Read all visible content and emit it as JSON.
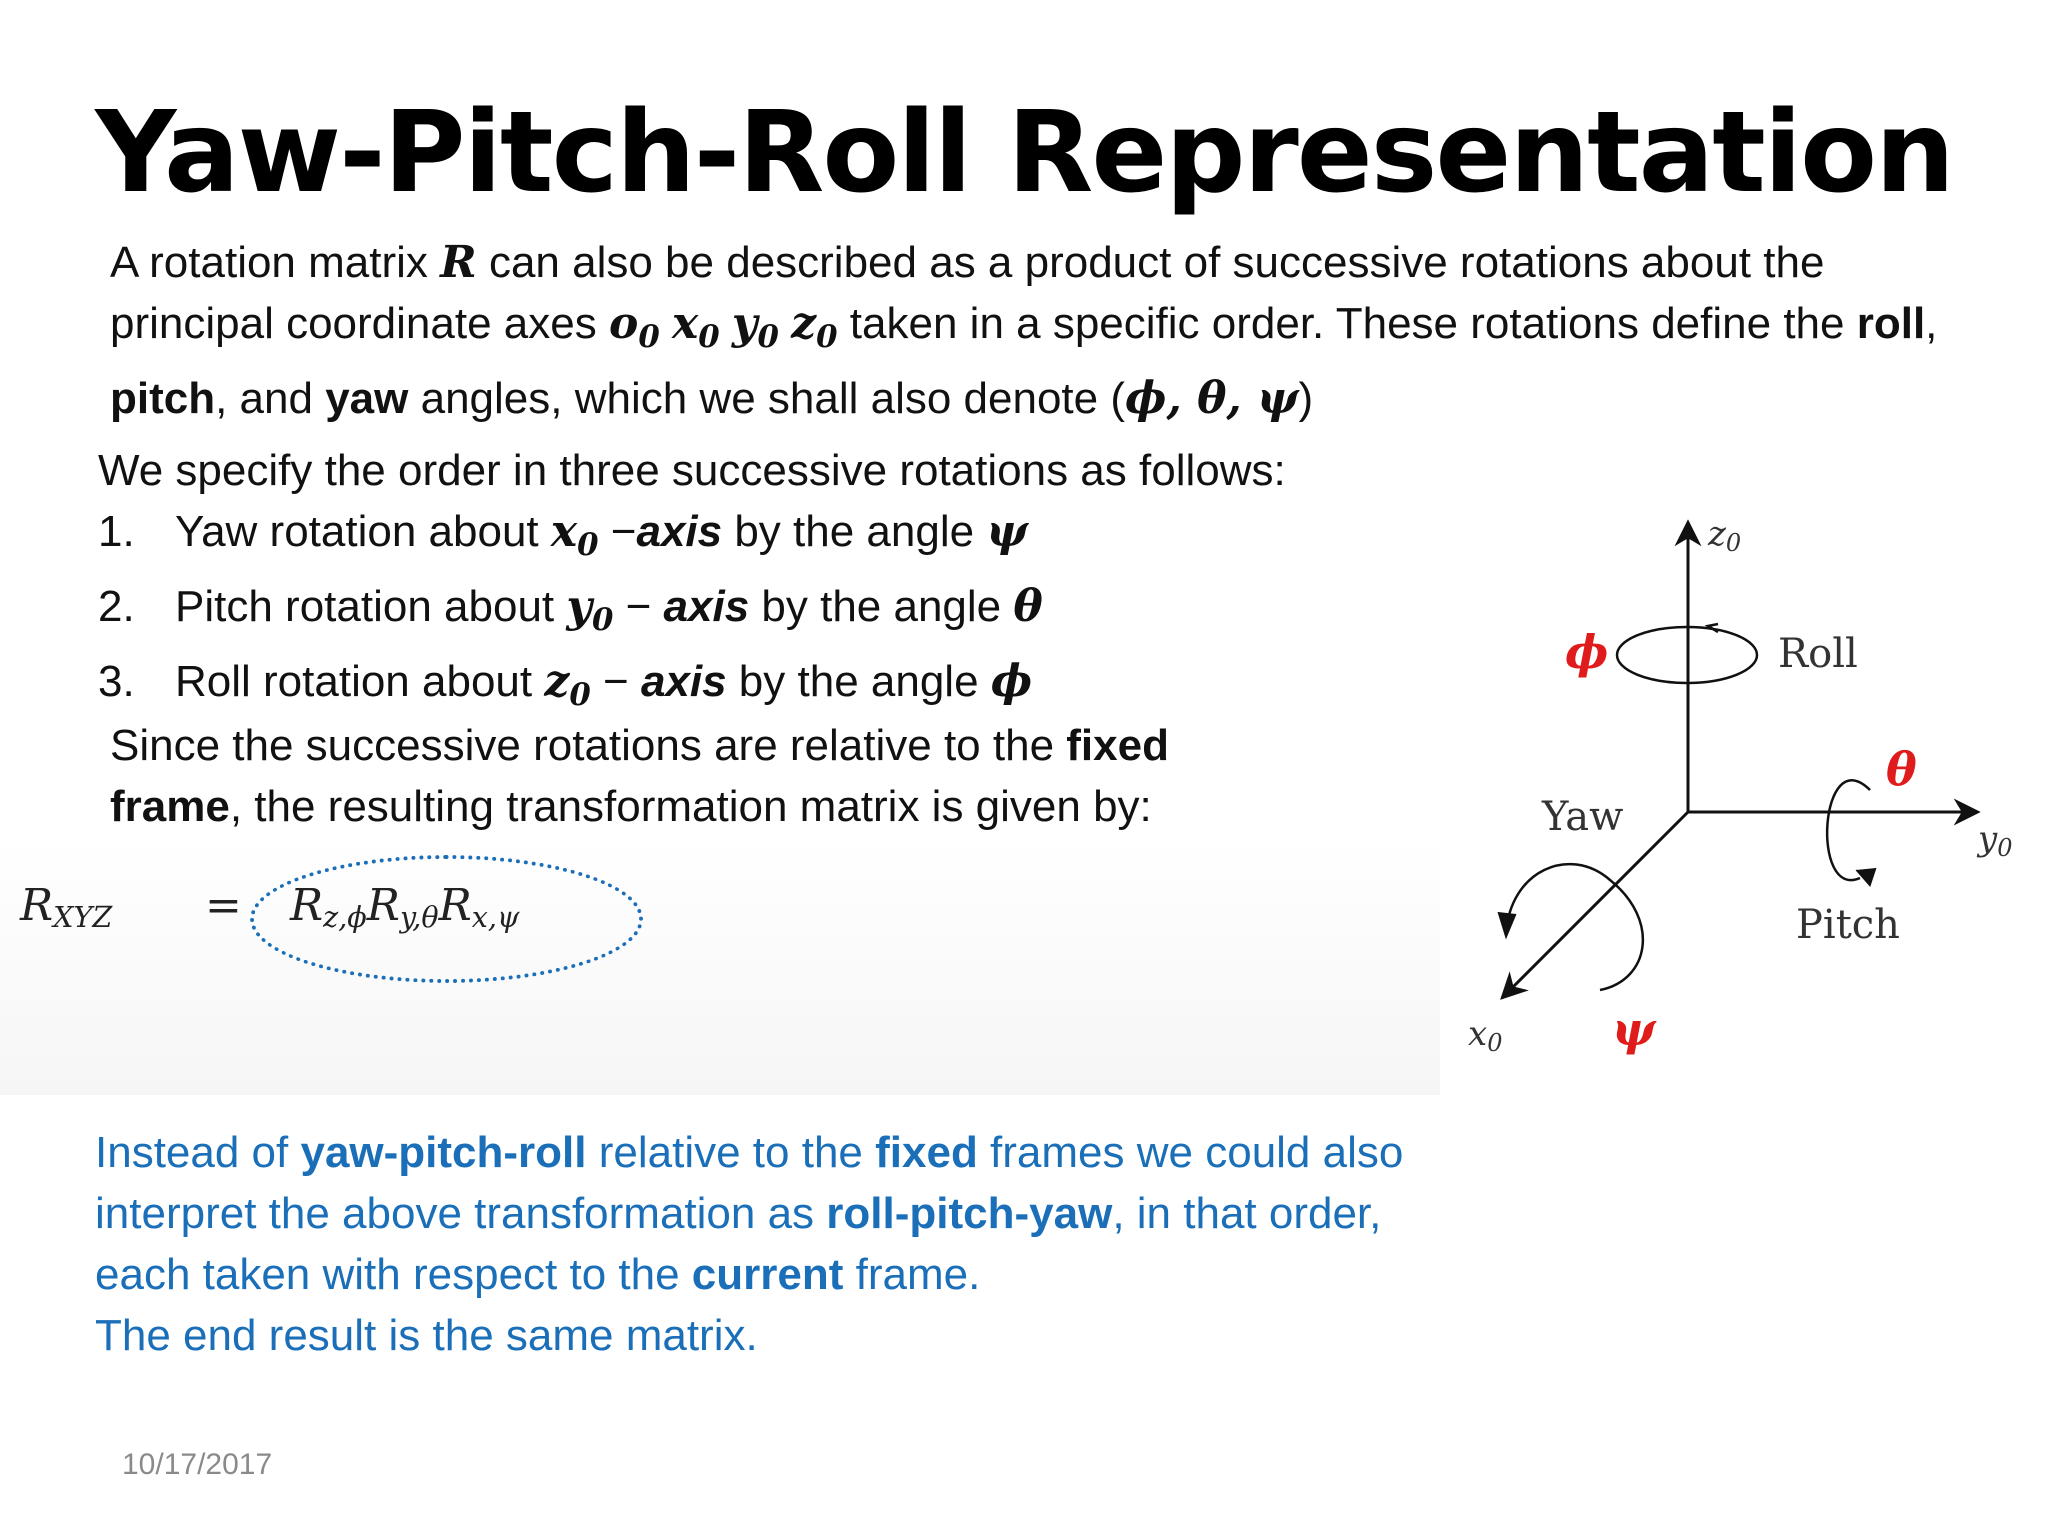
{
  "title": "Yaw-Pitch-Roll Representation",
  "intro": {
    "t1": "A rotation matrix ",
    "R": "R",
    "t2": " can also be described as a product of successive rotations about the principal coordinate axes ",
    "o0": "o",
    "x0": "x",
    "y0": "y",
    "z0": "z",
    "sub": "0",
    "t3": " taken in a specific order. These rotations define the ",
    "roll": "roll",
    "comma1": ", ",
    "pitch": "pitch",
    "and": ", and ",
    "yaw": "yaw",
    "t4": " angles, which we shall also denote (",
    "angles": "ϕ, θ, ψ",
    "t5": ")"
  },
  "order": {
    "heading": "We specify the order in three successive rotations as follows:",
    "items": [
      {
        "num": "1.",
        "pre": "Yaw rotation about ",
        "axis_var": "x",
        "sub": "0",
        "dash": " −",
        "axis": "axis",
        "mid": " by the angle ",
        "angle": "ψ"
      },
      {
        "num": "2.",
        "pre": "Pitch rotation about ",
        "axis_var": "y",
        "sub": "0",
        "dash": " − ",
        "axis": "axis",
        "mid": " by the angle ",
        "angle": "θ"
      },
      {
        "num": "3.",
        "pre": "Roll rotation about ",
        "axis_var": "z",
        "sub": "0",
        "dash": " − ",
        "axis": "axis",
        "mid": " by the angle ",
        "angle": "ϕ"
      }
    ]
  },
  "fixed": {
    "t1": "Since the successive rotations are relative to the ",
    "b1": "fixed frame",
    "t2": ", the resulting transformation matrix is given by:"
  },
  "formula": {
    "lhs": "R",
    "lhs_sub": "XYZ",
    "eq": "=",
    "rhs1": "R",
    "rhs1_sub": "z,ϕ",
    "rhs2": "R",
    "rhs2_sub": "y,θ",
    "rhs3": "R",
    "rhs3_sub": "x,ψ"
  },
  "alt": {
    "t1": "Instead of ",
    "b1": "yaw-pitch-roll",
    "t2": " relative to the ",
    "b2": "fixed",
    "t3": " frames we could also interpret the above transformation as ",
    "b3": "roll-pitch-yaw",
    "t4": ", in that order, each taken with respect to the ",
    "b4": "current",
    "t5": " frame.",
    "line2": "The end result is the same matrix."
  },
  "diagram": {
    "z_axis": "z",
    "y_axis": "y",
    "x_axis": "x",
    "axis_sub": "0",
    "roll": "Roll",
    "pitch": "Pitch",
    "yaw": "Yaw",
    "phi": "ϕ",
    "theta": "θ",
    "psi": "ψ",
    "angle_color": "#e01b1b"
  },
  "date": "10/17/2017"
}
